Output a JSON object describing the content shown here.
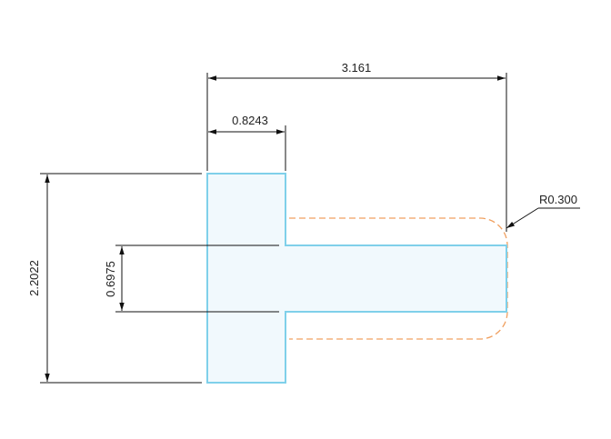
{
  "drawing": {
    "dimensions": {
      "overall_length": "3.161",
      "head_width": "0.8243",
      "overall_height": "2.2022",
      "shank_height": "0.6975",
      "fillet_radius": "R0.300"
    },
    "colors": {
      "part_outline": "#7fd0ea",
      "part_fill": "#f1f9fd",
      "hidden_outline": "#f0a060",
      "dimension_line": "#111111"
    }
  }
}
